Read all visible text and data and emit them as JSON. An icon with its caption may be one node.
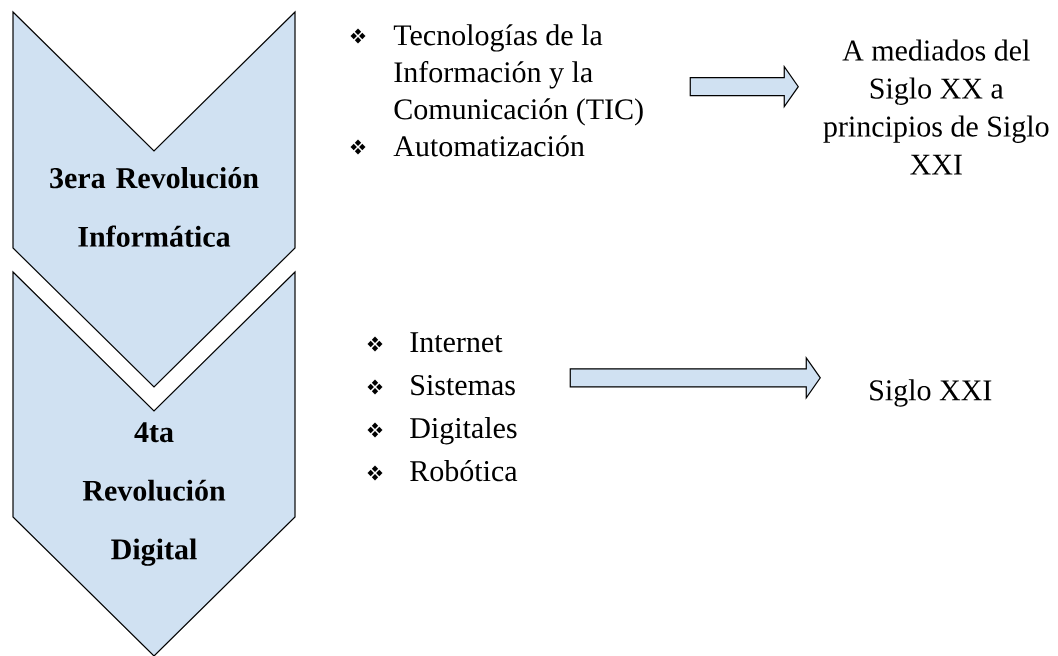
{
  "diagram": {
    "nodes": [
      {
        "text": [
          "3era Revolución Informática"
        ]
      },
      {
        "text": [
          "4ta Revolución Digital"
        ]
      },
      {
        "text": [
          "Tecnologías de la Información y la Comunicación (TIC)",
          "Automatización"
        ]
      },
      {
        "text": [
          "A mediados del Siglo XX a principios de Siglo XXI"
        ]
      },
      {
        "text": [
          "Internet",
          "Sistemas",
          "Digitales",
          "Robótica"
        ]
      },
      {
        "text": [
          "Siglo XXI"
        ]
      }
    ],
    "edges": [
      {
        "from": 2,
        "to": 3,
        "arrow": "to"
      },
      {
        "from": 4,
        "to": 5,
        "arrow": "to"
      }
    ]
  }
}
